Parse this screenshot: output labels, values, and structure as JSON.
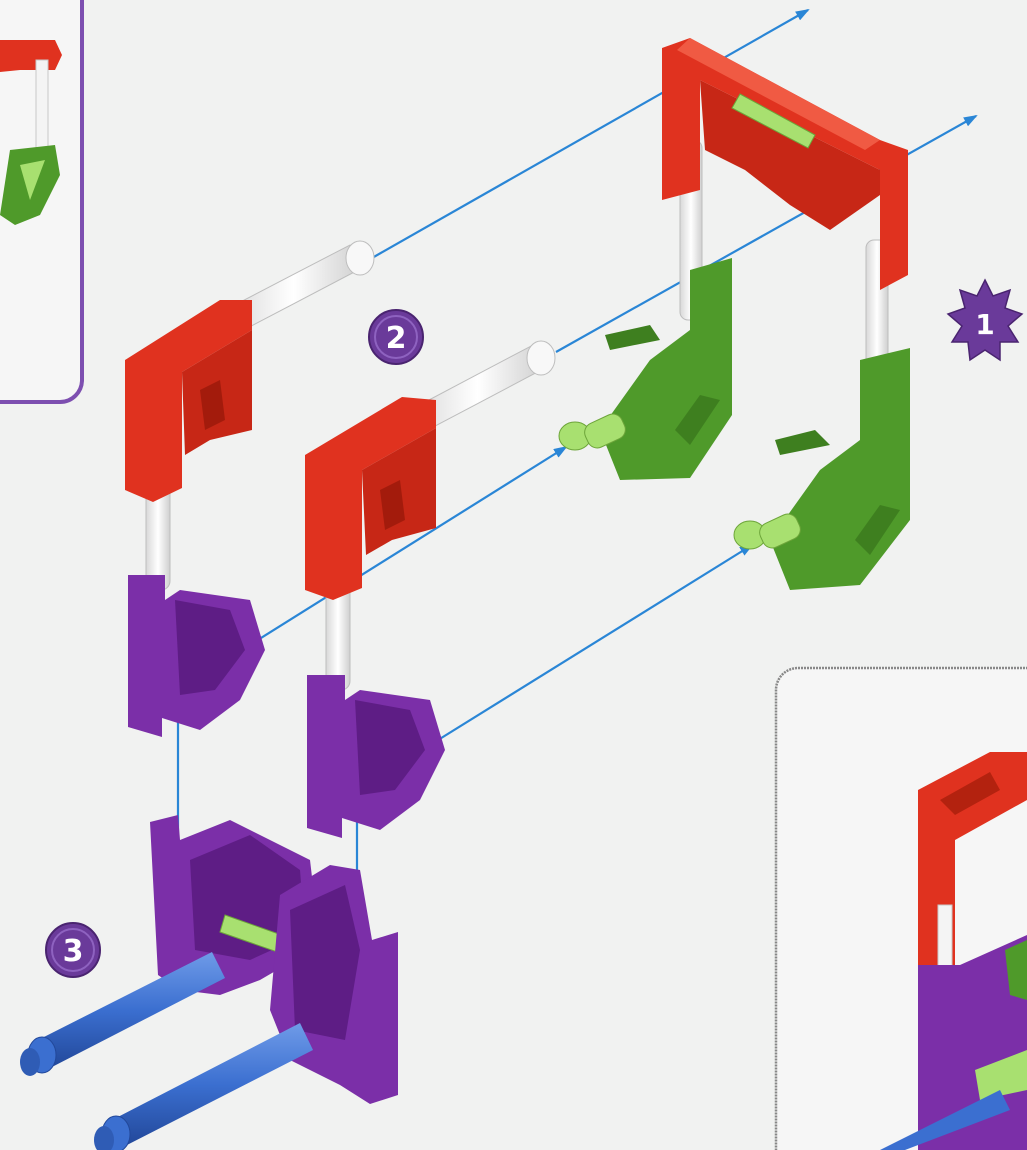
{
  "page": {
    "background": "#f1f2f1"
  },
  "steps": [
    {
      "number": "1",
      "marker": "starburst",
      "color": "#6a3a9a"
    },
    {
      "number": "2",
      "marker": "circle",
      "color": "#6a3a9a"
    },
    {
      "number": "3",
      "marker": "circle",
      "color": "#6a3a9a"
    }
  ],
  "pieces": {
    "red_connector": {
      "icon": "red-elbow-connector-icon",
      "color": "#e0321f"
    },
    "green_connector": {
      "icon": "green-elbow-connector-icon",
      "color": "#4f9a2a"
    },
    "purple_connector": {
      "icon": "purple-connector-icon",
      "color": "#7b2fa8"
    },
    "white_rod": {
      "icon": "white-rod-icon",
      "color": "#f4f4f4"
    },
    "light_green_rod": {
      "icon": "light-green-rod-icon",
      "color": "#a8e070"
    },
    "blue_rod": {
      "icon": "blue-rod-icon",
      "color": "#3b6fd0"
    }
  },
  "arrows": {
    "color": "#2a86d6"
  },
  "insets": [
    {
      "position": "top-left",
      "border_color": "#7d4fb0"
    },
    {
      "position": "bottom-right",
      "border_color": "#888888"
    }
  ]
}
